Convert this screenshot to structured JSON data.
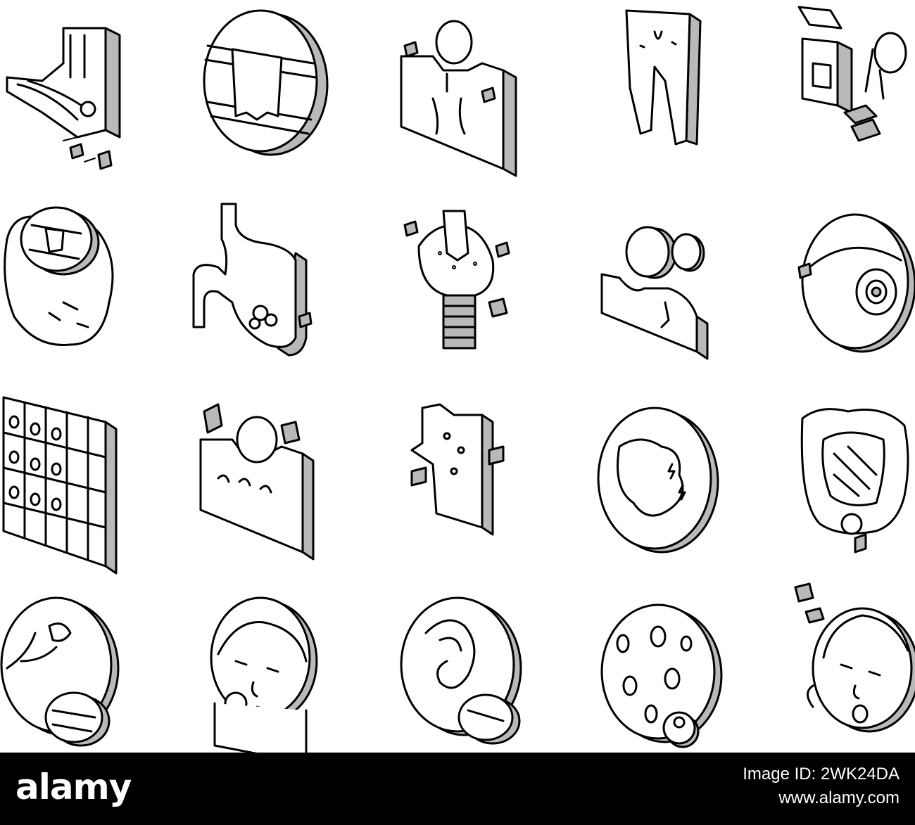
{
  "icons": [
    "foot-bones-icon",
    "skin-layer-circle-icon",
    "chest-bones-icon",
    "legs-rash-icon",
    "gel-tube-icon",
    "lung-magnifier-icon",
    "stomach-icon",
    "throat-spine-icon",
    "man-magnifier-icon",
    "eye-lesion-icon",
    "cell-grid-icon",
    "itching-body-icon",
    "hand-rash-icon",
    "cell-circle-icon",
    "intestine-icon",
    "pollen-circle-icon",
    "woman-face-icon",
    "ear-circle-icon",
    "bacteria-circle-icon",
    "sleepy-man-face-icon"
  ],
  "footer": {
    "logo_text": "alamy",
    "image_id_text": "Image ID: 2WK24DA",
    "site_text": "www.alamy.com",
    "background": "#000000",
    "text_color": "#ffffff"
  }
}
